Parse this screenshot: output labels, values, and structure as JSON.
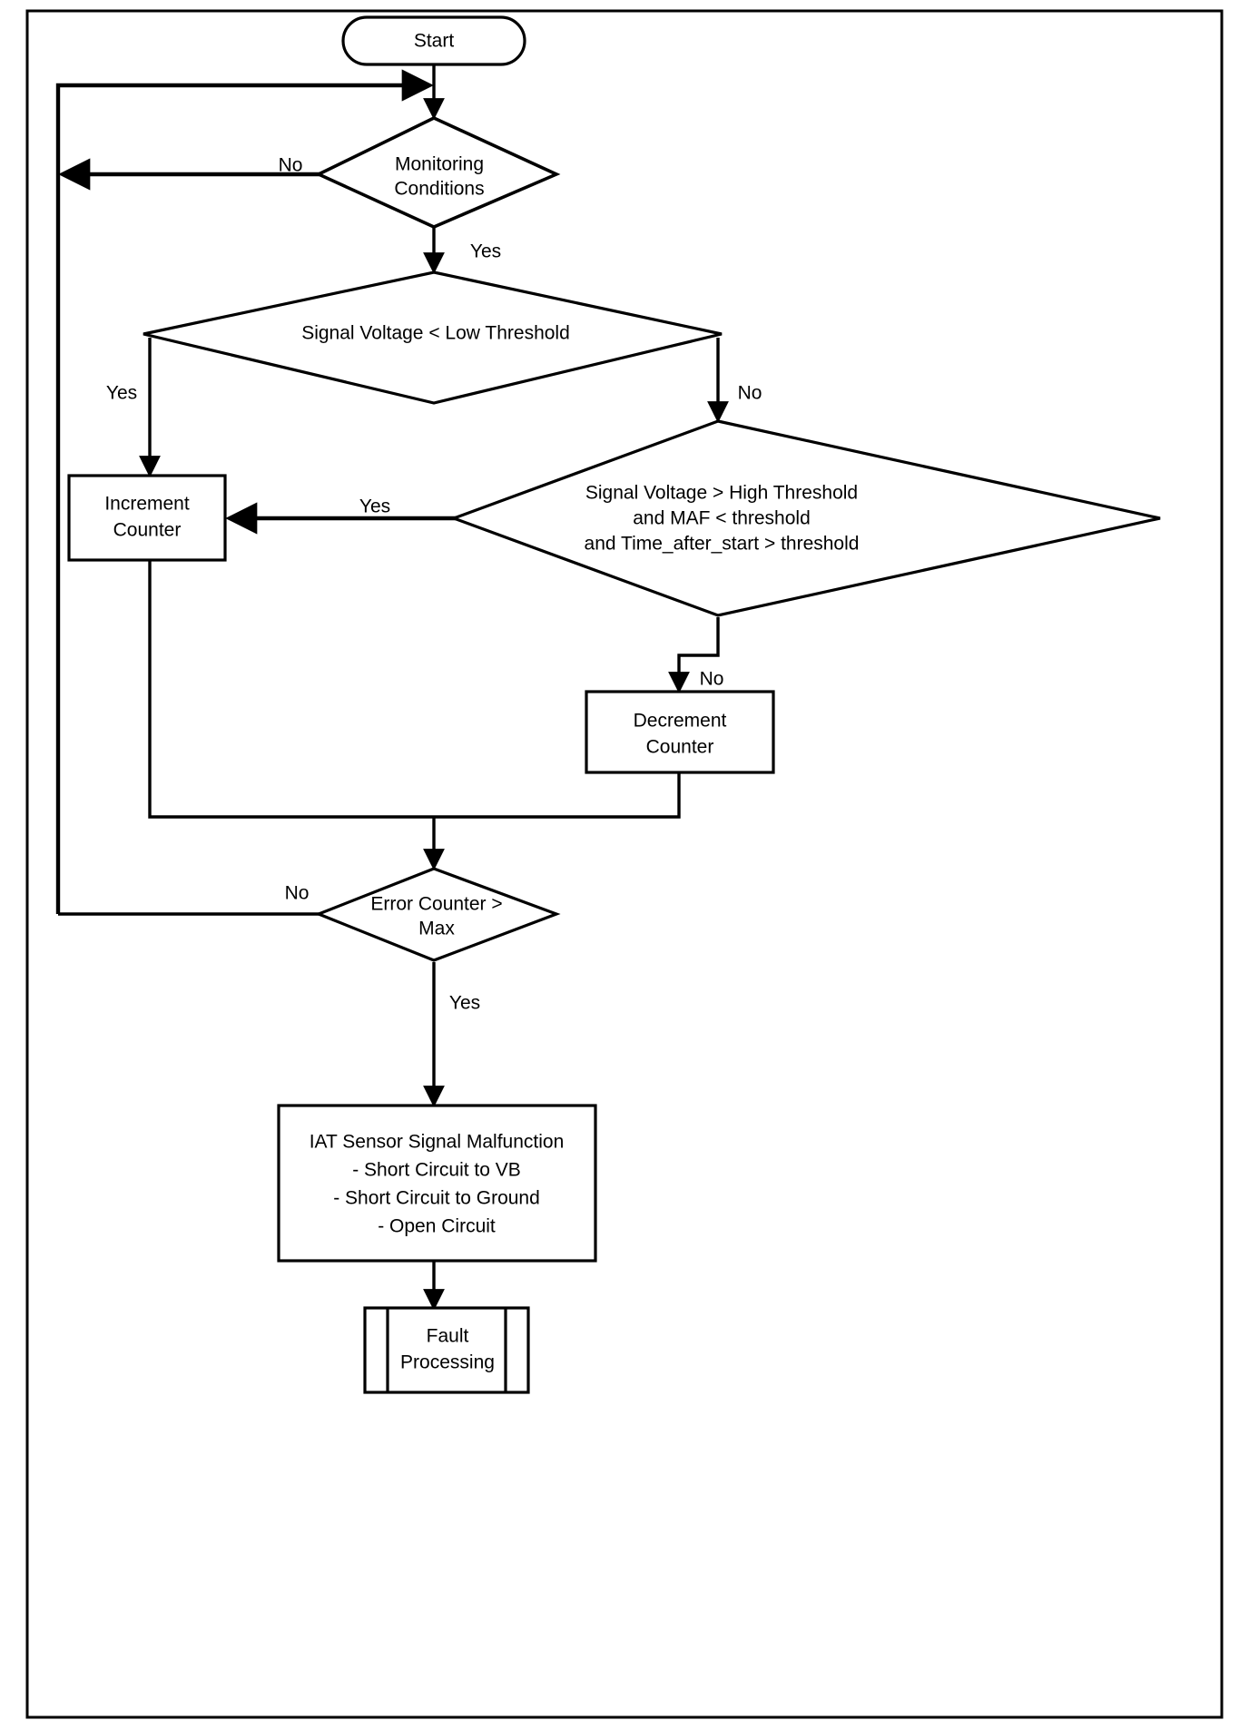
{
  "diagram": {
    "title": "IAT Sensor Signal Malfunction Detection Flowchart",
    "frame_color": "#000000",
    "line_color": "#000000",
    "background_color": "#ffffff"
  },
  "nodes": {
    "start": {
      "label": "Start",
      "shape": "terminator"
    },
    "monitoring_conditions": {
      "line1": "Monitoring",
      "line2": "Conditions",
      "shape": "decision"
    },
    "signal_low": {
      "label": "Signal Voltage < Low Threshold",
      "shape": "decision"
    },
    "signal_high": {
      "line1": "Signal Voltage > High Threshold",
      "line2": "and MAF < threshold",
      "line3": "and Time_after_start > threshold",
      "shape": "decision"
    },
    "increment_counter": {
      "line1": "Increment",
      "line2": "Counter",
      "shape": "process"
    },
    "decrement_counter": {
      "line1": "Decrement",
      "line2": "Counter",
      "shape": "process"
    },
    "error_counter": {
      "line1": "Error Counter >",
      "line2": "Max",
      "shape": "decision"
    },
    "malfunction": {
      "line1": "IAT Sensor Signal Malfunction",
      "line2": "- Short Circuit to VB",
      "line3": "- Short Circuit to Ground",
      "line4": "- Open Circuit",
      "shape": "process"
    },
    "fault_processing": {
      "line1": "Fault",
      "line2": "Processing",
      "shape": "predefined-process"
    }
  },
  "edge_labels": {
    "monitoring_no": "No",
    "monitoring_yes": "Yes",
    "signal_low_yes": "Yes",
    "signal_low_no": "No",
    "signal_high_yes": "Yes",
    "signal_high_no": "No",
    "error_counter_no": "No",
    "error_counter_yes": "Yes"
  }
}
